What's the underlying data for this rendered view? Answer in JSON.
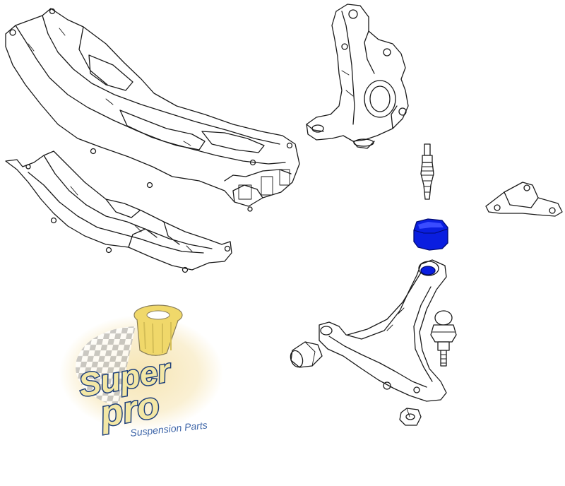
{
  "logo": {
    "brand_line1": "Super",
    "brand_line2": "pro",
    "tagline": "Suspension Parts",
    "colors": {
      "text_fill": "#f3e7a5",
      "text_outline": "#1e3f7a",
      "glow": "#f6e4b0",
      "tagline": "#3f66a8",
      "checker_dark": "#b9b9b9",
      "checker_light": "#ffffff",
      "bushing_yellow": "#f0d86a"
    }
  },
  "diagram": {
    "highlight_color": "#0a1ee0",
    "outline_color": "#1a1a1a"
  }
}
